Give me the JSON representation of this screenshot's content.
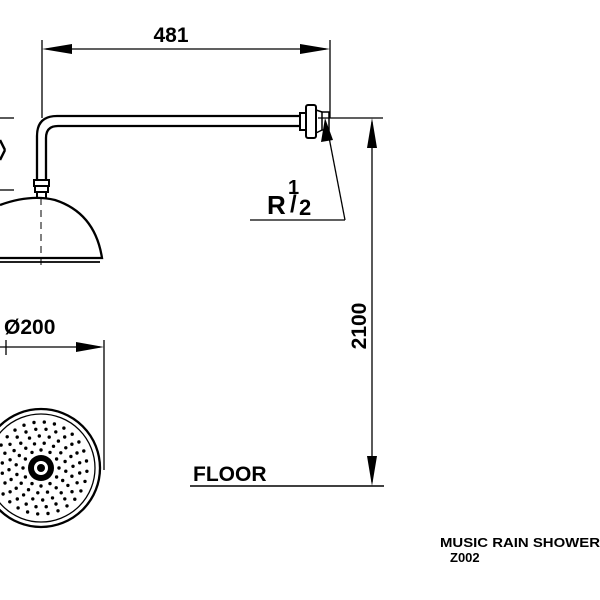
{
  "dimensions": {
    "arm_length": "481",
    "height": "2100",
    "diameter": "Ø200",
    "thread_r": "R",
    "thread_num": "1",
    "thread_den": "2",
    "thread_slash": "/"
  },
  "labels": {
    "floor": "FLOOR",
    "product_name": "MUSIC RAIN SHOWER",
    "product_code": "Z002"
  },
  "colors": {
    "line": "#000000",
    "background": "#ffffff"
  }
}
